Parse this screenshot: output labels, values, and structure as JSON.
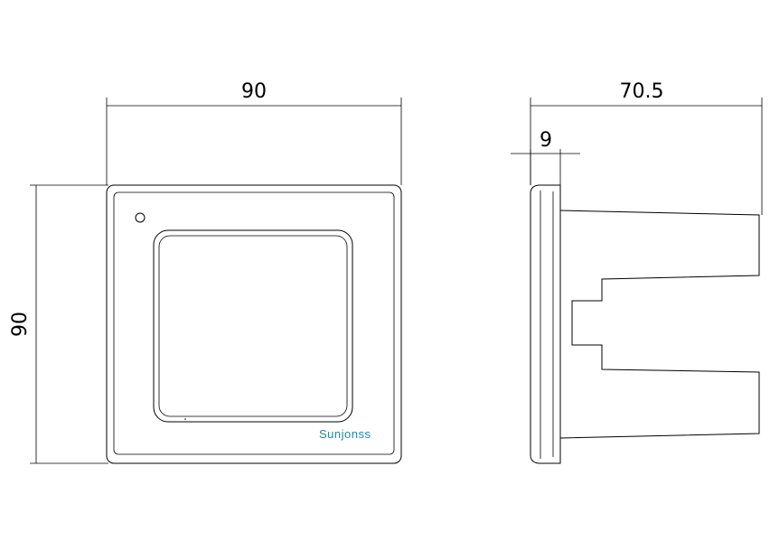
{
  "dimensions": {
    "front_width": "90",
    "front_height": "90",
    "side_depth": "70.5",
    "front_plate_thickness": "9"
  },
  "brand": {
    "logo_text": "Sunjonss",
    "color": "#1f8aa6"
  },
  "colors": {
    "line": "#000000",
    "background": "#ffffff"
  }
}
